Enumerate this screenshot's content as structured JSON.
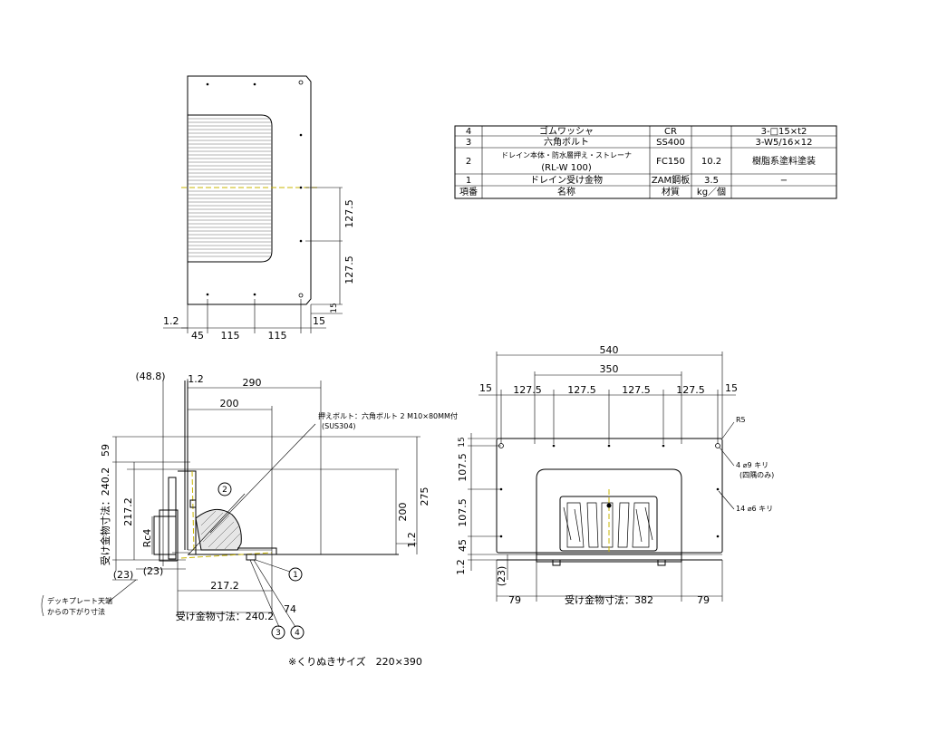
{
  "parts_table": {
    "rows": [
      {
        "no": "4",
        "name": "ゴムワッシャ",
        "material": "CR",
        "weight": "",
        "remark": "3-□15×t2"
      },
      {
        "no": "3",
        "name": "六角ボルト",
        "material": "SS400",
        "weight": "",
        "remark": "3-W5/16×12"
      },
      {
        "no": "2",
        "name": "ドレイン本体・防水層押え・ストレーナ",
        "name2": "(RL-W 100)",
        "material": "FC150",
        "weight": "10.2",
        "remark": "樹脂系塗料塗装"
      },
      {
        "no": "1",
        "name": "ドレイン受け金物",
        "material": "ZAM鋼板",
        "weight": "3.5",
        "remark": "−"
      }
    ],
    "header": {
      "no": "項番",
      "name": "名称",
      "material": "材質",
      "weight": "kg／個",
      "remark": ""
    }
  },
  "top_view": {
    "dims": {
      "d45": "45",
      "d115a": "115",
      "d115b": "115",
      "d15": "15",
      "d1_2": "1.2",
      "v127a": "127.5",
      "v127b": "127.5",
      "v15": "15"
    }
  },
  "section_view": {
    "dims": {
      "d48_8": "(48.8)",
      "d1_2": "1.2",
      "d290": "290",
      "d200": "200",
      "v59": "59",
      "v240": "受け金物寸法：240.2",
      "v217": "217.2",
      "v275": "275",
      "v200": "200",
      "v1_2": "1.2",
      "rc4": "Rc4",
      "d23a": "(23)",
      "d23b": "(23)",
      "d217": "217.2",
      "d74": "74",
      "h240": "受け金物寸法：240.2"
    },
    "callout": "押えボルト：六角ボルト 2 M10×80MM付",
    "callout2": "(SUS304)",
    "deck_note": "デッキプレート天端",
    "deck_note2": "からの下がり寸法",
    "balloons": [
      "1",
      "2",
      "3",
      "4"
    ]
  },
  "front_view": {
    "dims": {
      "d540": "540",
      "d350": "350",
      "d15a": "15",
      "d15b": "15",
      "d127a": "127.5",
      "d127b": "127.5",
      "d127c": "127.5",
      "d127d": "127.5",
      "v15": "15",
      "v107a": "107.5",
      "v107b": "107.5",
      "v45": "45",
      "v1_2": "1.2",
      "d23": "(23)",
      "d79a": "79",
      "d79b": "79",
      "d382": "受け金物寸法：382"
    },
    "r5": "R5",
    "hole1": "4 ⌀9 キリ",
    "hole1b": "(四隅のみ)",
    "hole2": "14 ⌀6 キリ"
  },
  "footer_note": "※くりぬきサイズ　220×390"
}
